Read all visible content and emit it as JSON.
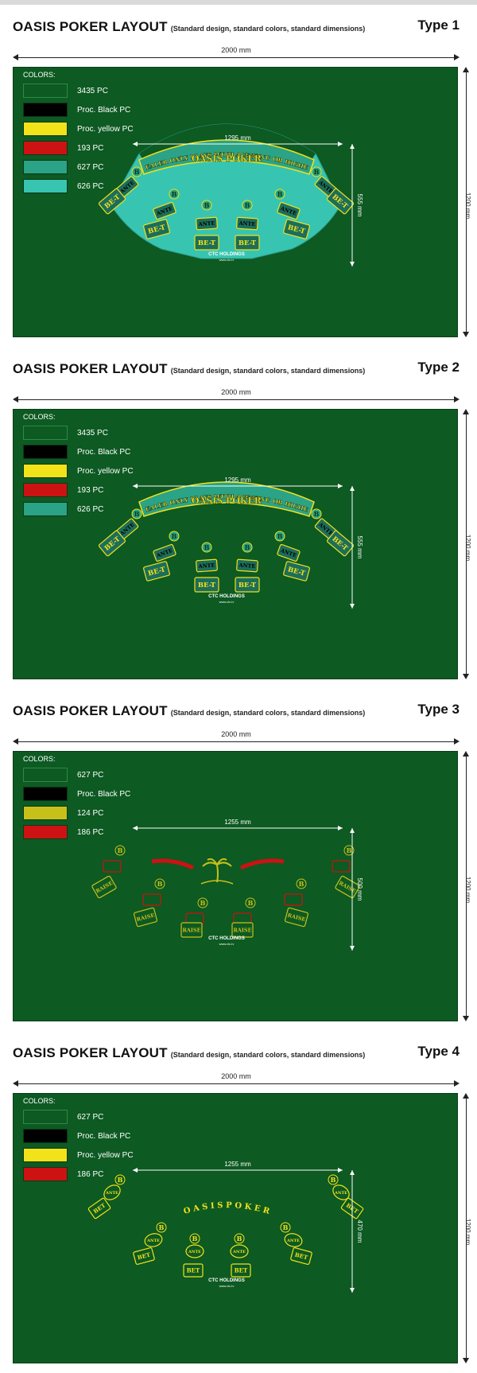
{
  "title": "OASIS POKER LAYOUT",
  "subtitle": "(Standard design, standard colors, standard dimensions)",
  "width_label": "2000 mm",
  "height_label": "1200 mm",
  "colors_caption": "COLORS:",
  "palette": {
    "felt": "#0d5a22",
    "turquoise": "#37c5b1",
    "teal": "#2aa386",
    "yellow": "#f2e21a",
    "red": "#cc1212",
    "black": "#000000",
    "dark_yellow": "#c8c01a"
  },
  "texts": {
    "banner": "DEALER ONLY PLAYS WITH ACE/KING OR HIGHER",
    "oasis": "OASIS POKER",
    "oasis_spaced": "O A S I S   P O K E R",
    "ante": "ANTE",
    "bet": "BET",
    "bet_styled": "BE-T",
    "raise": "RAISE",
    "b": "B",
    "company": "CTC HOLDINGS",
    "website": "www.ctc.lv"
  },
  "types": [
    {
      "label": "Type 1",
      "colors": [
        {
          "hex": "#0d5a22",
          "name": "3435 PC"
        },
        {
          "hex": "#000000",
          "name": "Proc. Black PC"
        },
        {
          "hex": "#f2e21a",
          "name": "Proc. yellow PC"
        },
        {
          "hex": "#cc1212",
          "name": "193 PC"
        },
        {
          "hex": "#2aa386",
          "name": "627 PC"
        },
        {
          "hex": "#37c5b1",
          "name": "626 PC"
        }
      ],
      "layout_width_label": "1295 mm",
      "layout_height_label": "555 mm"
    },
    {
      "label": "Type 2",
      "colors": [
        {
          "hex": "#0d5a22",
          "name": "3435 PC"
        },
        {
          "hex": "#000000",
          "name": "Proc. Black PC"
        },
        {
          "hex": "#f2e21a",
          "name": "Proc. yellow PC"
        },
        {
          "hex": "#cc1212",
          "name": "193 PC"
        },
        {
          "hex": "#2aa386",
          "name": "626 PC"
        }
      ],
      "layout_width_label": "1295 mm",
      "layout_height_label": "555 mm"
    },
    {
      "label": "Type 3",
      "colors": [
        {
          "hex": "#0d5a22",
          "name": "627 PC"
        },
        {
          "hex": "#000000",
          "name": "Proc. Black PC"
        },
        {
          "hex": "#c8c01a",
          "name": "124 PC"
        },
        {
          "hex": "#cc1212",
          "name": "186 PC"
        }
      ],
      "layout_width_label": "1255 mm",
      "layout_height_label": "500 mm"
    },
    {
      "label": "Type 4",
      "colors": [
        {
          "hex": "#0d5a22",
          "name": "627 PC"
        },
        {
          "hex": "#000000",
          "name": "Proc. Black PC"
        },
        {
          "hex": "#f2e21a",
          "name": "Proc. yellow PC"
        },
        {
          "hex": "#cc1212",
          "name": "186 PC"
        }
      ],
      "layout_width_label": "1255 mm",
      "layout_height_label": "470 mm"
    }
  ]
}
